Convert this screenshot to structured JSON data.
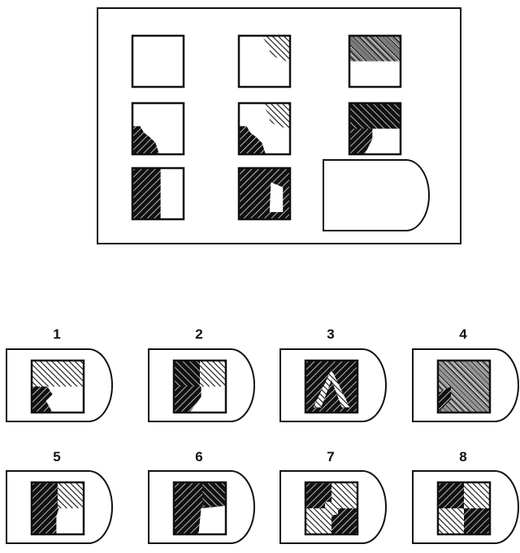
{
  "matrix": {
    "rows": [
      [
        {
          "cell": "blank"
        },
        {
          "cell": "light-top-right-notch"
        },
        {
          "cell": "dark-top-half"
        }
      ],
      [
        {
          "cell": "dark-bottom-left-jagged"
        },
        {
          "cell": "light-top-right-plus-dark-bottom-left"
        },
        {
          "cell": "dark-top-half-plus-dark-bottom-left"
        }
      ],
      [
        {
          "cell": "dark-left-half"
        },
        {
          "cell": "dark-chevron-frame"
        },
        {
          "cell": "missing"
        }
      ]
    ]
  },
  "options": [
    {
      "number": "1",
      "pattern": "light-top-half-dark-bottom-left"
    },
    {
      "number": "2",
      "pattern": "mixed-top-dark-bottom-left"
    },
    {
      "number": "3",
      "pattern": "full-chevron-dark"
    },
    {
      "number": "4",
      "pattern": "full-light-chevron"
    },
    {
      "number": "5",
      "pattern": "dark-left-light-top-right"
    },
    {
      "number": "6",
      "pattern": "dark-top-left-dark-left"
    },
    {
      "number": "7",
      "pattern": "full-mixed-crosshatch"
    },
    {
      "number": "8",
      "pattern": "full-dark-crosshatch-quadrants"
    }
  ],
  "colors": {
    "ink": "#111111",
    "paper": "#ffffff"
  }
}
